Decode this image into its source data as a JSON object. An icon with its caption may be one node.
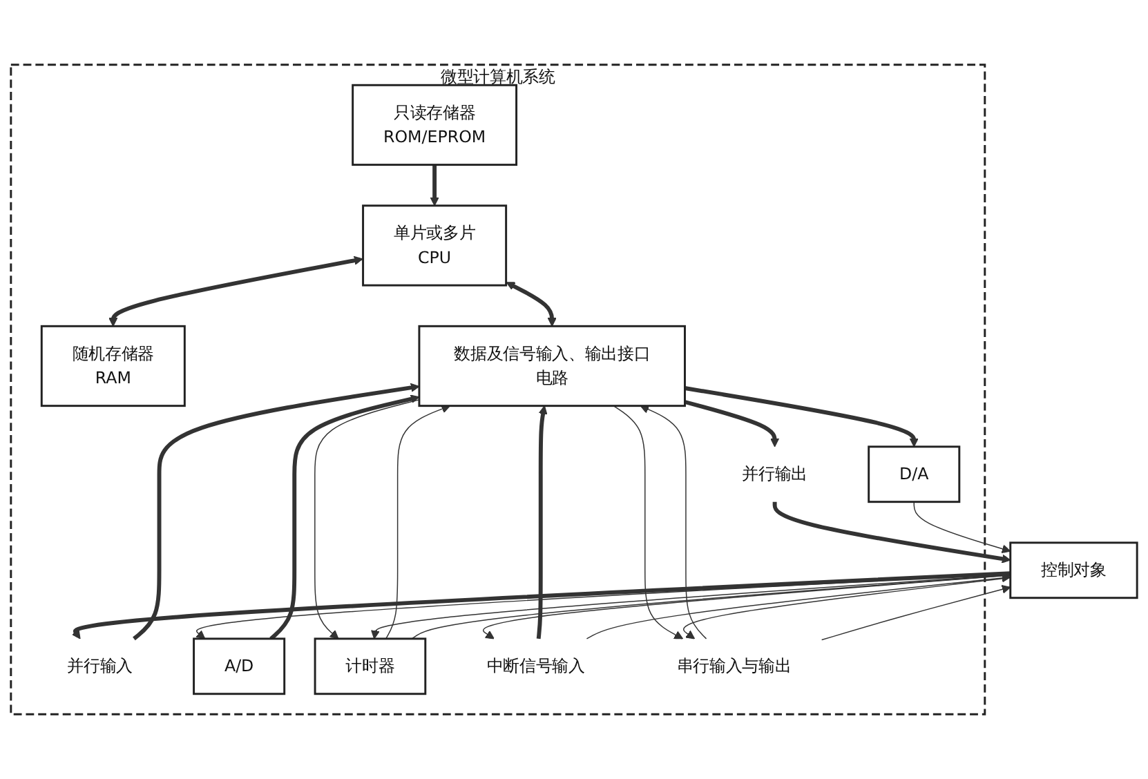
{
  "diagram": {
    "nodes": [
      {
        "text": [
          "微型计算机系统"
        ]
      },
      {
        "text": [
          "单片或多片",
          "CPU"
        ],
        "in": 0
      },
      {
        "text": [
          "随机存储器",
          "RAM"
        ],
        "in": 0
      },
      {
        "text": [
          "只读存储器",
          "ROM/EPROM"
        ],
        "in": 0
      },
      {
        "text": [
          "数据及信号输入、输出接口电路"
        ],
        "in": 0
      },
      {
        "text": [
          "并行输出"
        ],
        "in": 0
      },
      {
        "text": [
          "并行输入"
        ],
        "in": 0
      },
      {
        "text": [
          "A/D"
        ],
        "in": 0
      },
      {
        "text": [
          "D/A"
        ],
        "in": 0
      },
      {
        "text": [
          "计时器"
        ],
        "in": 0
      },
      {
        "text": [
          "中断信号输入"
        ],
        "in": 0
      },
      {
        "text": [
          "串行输入与输出"
        ],
        "in": 0
      },
      {
        "text": [
          "控制对象"
        ]
      }
    ],
    "edges": [
      {
        "from": 1,
        "to": 2,
        "arrow": "both",
        "style": "thick"
      },
      {
        "from": 3,
        "to": 1,
        "arrow": "to",
        "style": "thick"
      },
      {
        "from": 1,
        "to": 4,
        "arrow": "both",
        "style": "thick"
      },
      {
        "from": 4,
        "to": 5,
        "arrow": "to",
        "style": "thick"
      },
      {
        "from": 6,
        "to": 4,
        "arrow": "to",
        "style": "thick"
      },
      {
        "from": 7,
        "to": 4,
        "arrow": "to",
        "style": "thick"
      },
      {
        "from": 4,
        "to": 8,
        "arrow": "to",
        "style": "thick"
      },
      {
        "from": 9,
        "to": 4,
        "arrow": "to"
      },
      {
        "from": 4,
        "to": 9,
        "arrow": "to"
      },
      {
        "from": 10,
        "to": 4,
        "arrow": "to",
        "style": "thick"
      },
      {
        "from": 11,
        "to": 4,
        "arrow": "to"
      },
      {
        "from": 4,
        "to": 11,
        "arrow": "to"
      },
      {
        "from": 5,
        "to": 12,
        "arrow": "to",
        "style": "thick"
      },
      {
        "from": 12,
        "to": 6,
        "arrow": "to",
        "style": "thick"
      },
      {
        "from": 12,
        "to": 7,
        "arrow": "to"
      },
      {
        "from": 8,
        "to": 12,
        "arrow": "to"
      },
      {
        "from": 12,
        "to": 9,
        "arrow": "to"
      },
      {
        "from": 9,
        "to": 12,
        "arrow": "to"
      },
      {
        "from": 12,
        "to": 10,
        "arrow": "to"
      },
      {
        "from": 10,
        "to": 12,
        "arrow": "to"
      },
      {
        "from": 12,
        "to": 11,
        "arrow": "to"
      },
      {
        "from": 11,
        "to": 12,
        "arrow": "to"
      }
    ]
  }
}
